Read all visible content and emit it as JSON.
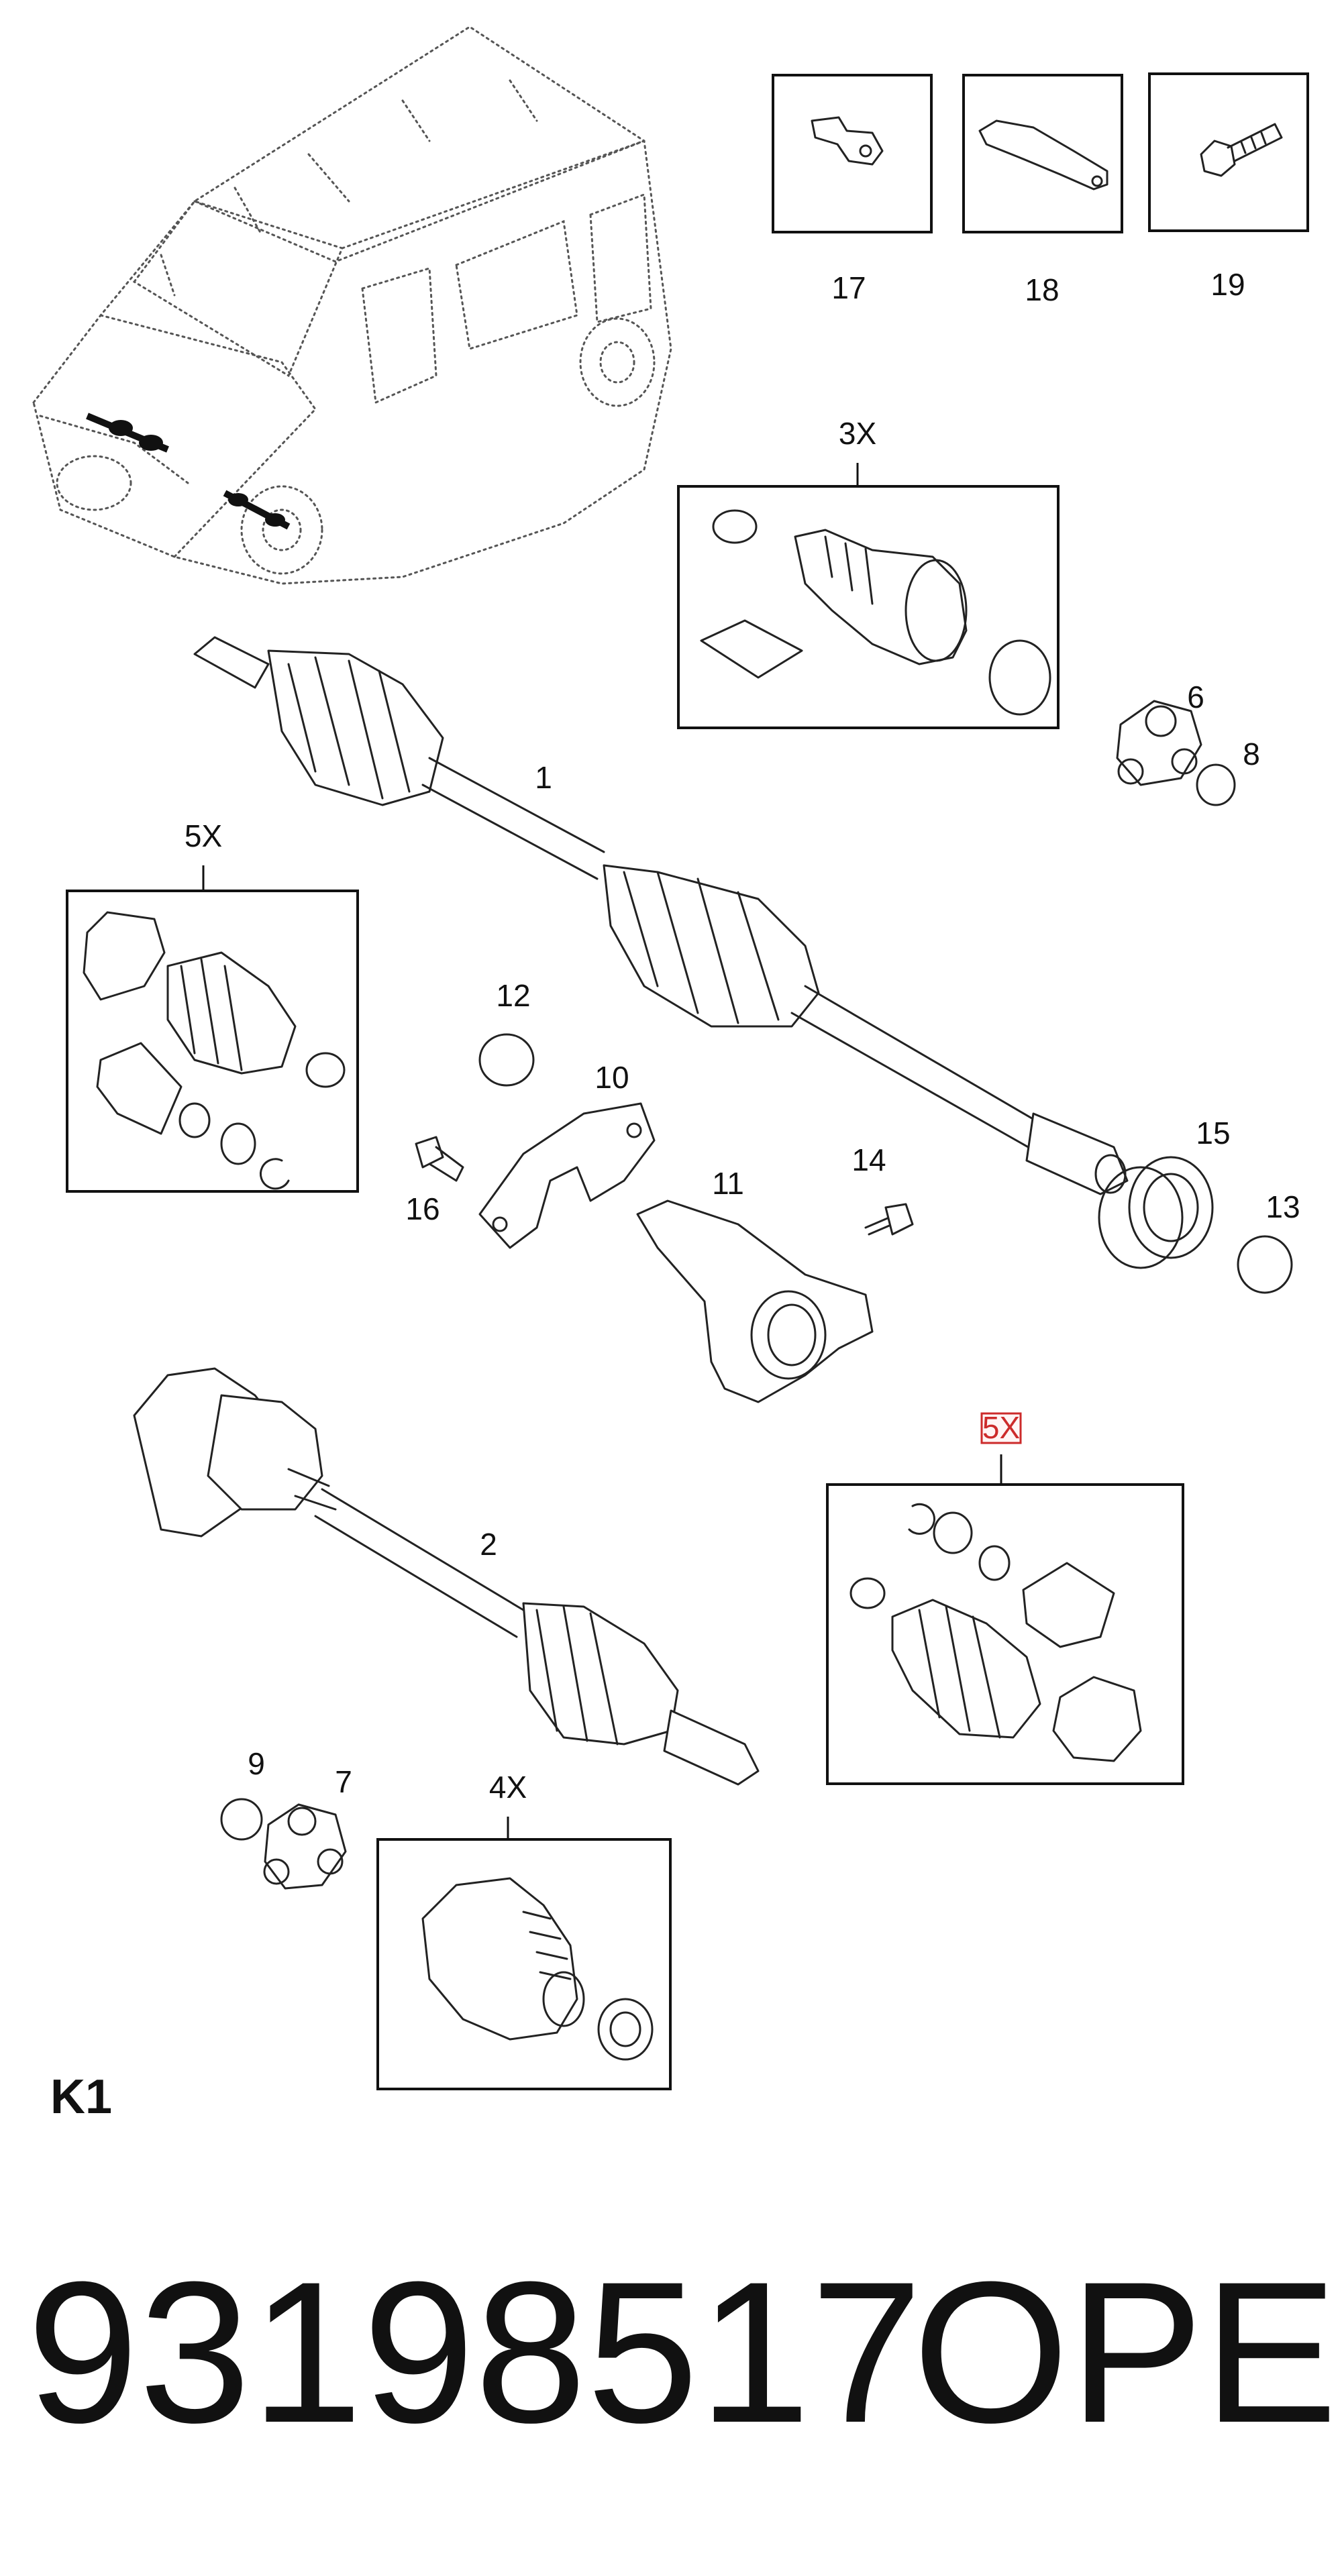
{
  "page_code": "K1",
  "part_number": "93198517",
  "brand": "OPEL",
  "colors": {
    "ink": "#111111",
    "highlight": "#cc2b2b"
  },
  "callouts": {
    "c1": "1",
    "c2": "2",
    "c3x": "3X",
    "c4x": "4X",
    "c5x_left": "5X",
    "c5x_right": "5X",
    "c6": "6",
    "c7": "7",
    "c8": "8",
    "c9": "9",
    "c10": "10",
    "c11": "11",
    "c12": "12",
    "c13": "13",
    "c14": "14",
    "c15": "15",
    "c16": "16",
    "c17": "17",
    "c18": "18",
    "c19": "19"
  }
}
